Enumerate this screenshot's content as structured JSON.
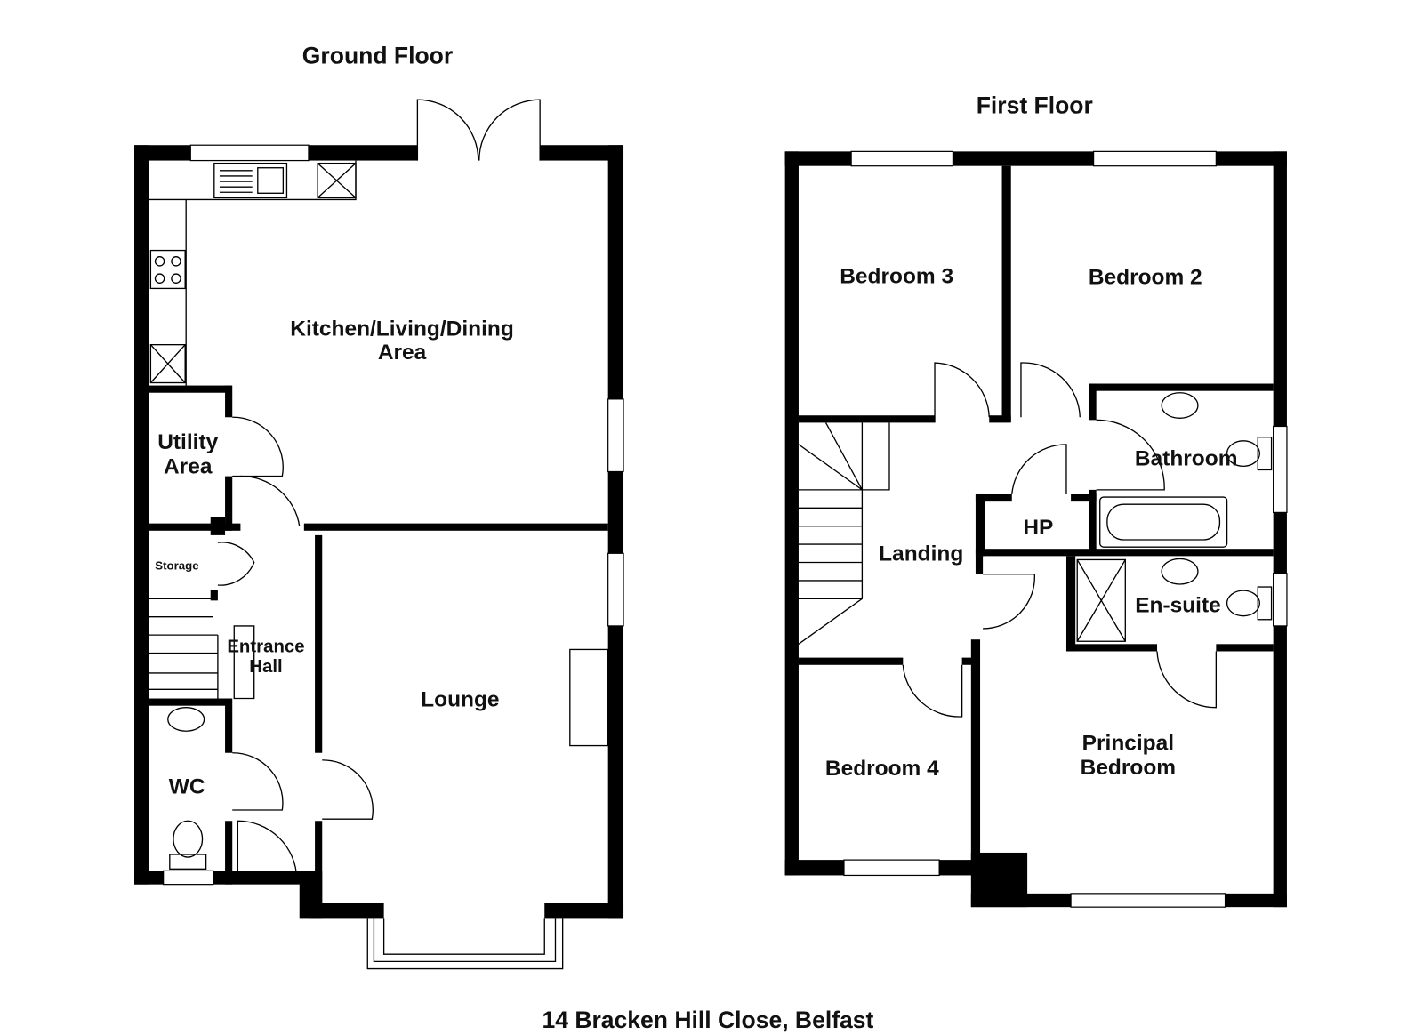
{
  "title": "14 Bracken Hill Close, Belfast",
  "ground_floor": {
    "heading": "Ground Floor",
    "rooms": {
      "kitchen_line1": "Kitchen/Living/Dining",
      "kitchen_line2": "Area",
      "utility_line1": "Utility",
      "utility_line2": "Area",
      "storage": "Storage",
      "entrance_line1": "Entrance",
      "entrance_line2": "Hall",
      "wc": "WC",
      "lounge": "Lounge"
    }
  },
  "first_floor": {
    "heading": "First Floor",
    "rooms": {
      "bedroom3": "Bedroom 3",
      "bedroom2": "Bedroom 2",
      "bathroom": "Bathroom",
      "hp": "HP",
      "landing": "Landing",
      "ensuite": "En-suite",
      "bedroom4": "Bedroom 4",
      "principal_line1": "Principal",
      "principal_line2": "Bedroom"
    }
  }
}
